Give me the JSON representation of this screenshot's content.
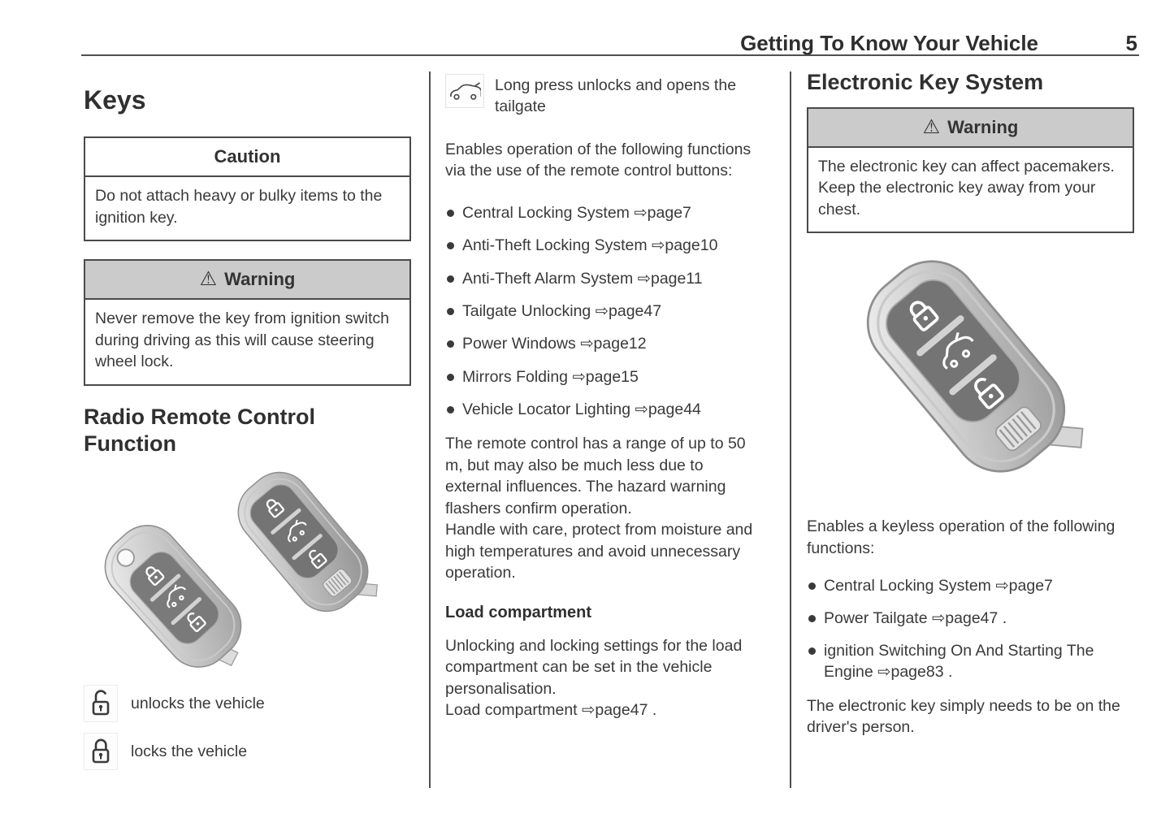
{
  "header": {
    "title": "Getting To Know Your Vehicle",
    "page_number": "5"
  },
  "left": {
    "heading": "Keys",
    "caution": {
      "title": "Caution",
      "body": "Do not attach heavy or bulky items to the ignition key."
    },
    "warning": {
      "icon": "⚠",
      "title": "Warning",
      "body": "Never remove the key from ignition switch during driving as this will cause steering wheel lock."
    },
    "radio_heading": "Radio Remote Control Function",
    "legend": [
      {
        "icon": "unlock-icon",
        "label": "unlocks the vehicle"
      },
      {
        "icon": "lock-icon",
        "label": "locks the vehicle"
      }
    ]
  },
  "middle": {
    "tailgate_note": "Long press unlocks and opens the tailgate",
    "intro": "Enables operation of the following functions via the use of the remote control buttons:",
    "bullets": [
      "Central Locking System ⇨page7",
      "Anti-Theft Locking System ⇨page10",
      "Anti-Theft Alarm System ⇨page11",
      "Tailgate Unlocking ⇨page47",
      "Power Windows ⇨page12",
      "Mirrors Folding ⇨page15",
      "Vehicle Locator Lighting ⇨page44"
    ],
    "range_note": "The remote control has a range of up to 50 m, but may also be much less due to external influences. The hazard warning flashers confirm operation.\nHandle with care, protect from moisture and high temperatures and avoid unnecessary operation.",
    "load_heading": "Load compartment",
    "load_note": "Unlocking and locking settings for the load compartment can be set in the vehicle personalisation.\nLoad compartment ⇨page47 ."
  },
  "right": {
    "heading": "Electronic Key System",
    "warning": {
      "icon": "⚠",
      "title": "Warning",
      "body": "The electronic key can affect pacemakers.\nKeep the electronic key away from your chest."
    },
    "intro": "Enables a keyless operation of the following functions:",
    "bullets": [
      "Central Locking System ⇨page7",
      "Power Tailgate ⇨page47 .",
      "ignition Switching On And Starting The Engine ⇨page83 ."
    ],
    "outro": "The electronic key simply needs to be on the driver's person."
  },
  "colors": {
    "text": "#3a3a3a",
    "heading": "#2e2e2e",
    "warning_header_bg": "#cbcbcb",
    "box_border": "#4a4a4a",
    "divider": "#4f4f4f"
  }
}
